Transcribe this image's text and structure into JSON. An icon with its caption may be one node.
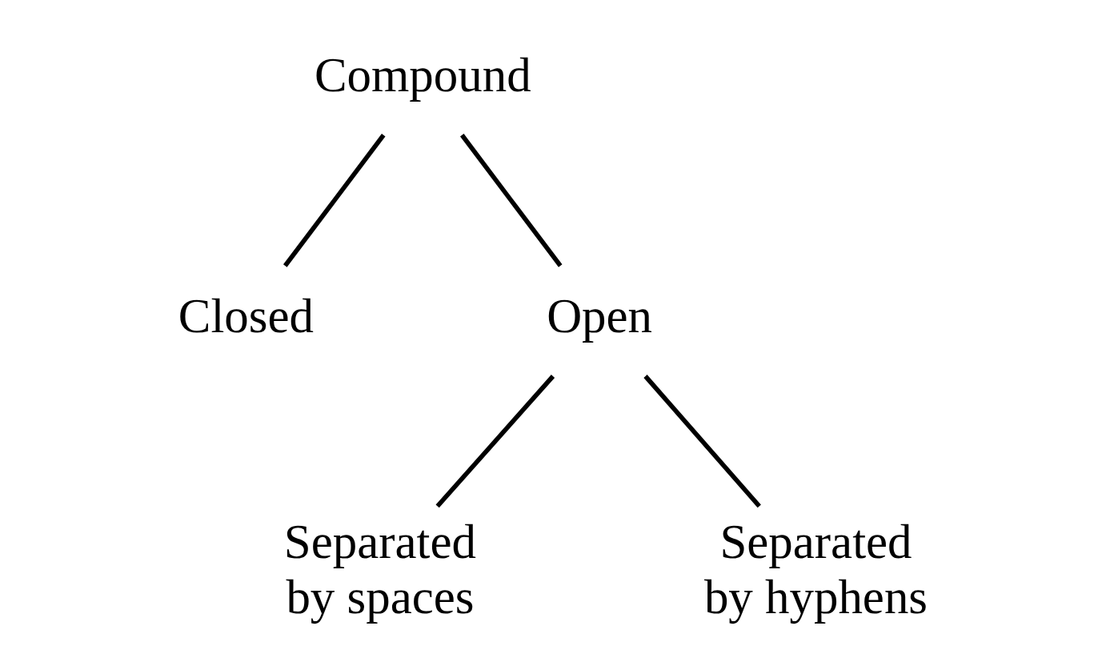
{
  "diagram": {
    "nodes": [
      {
        "text": [
          "Compound"
        ]
      },
      {
        "text": [
          "Closed"
        ]
      },
      {
        "text": [
          "Open"
        ]
      },
      {
        "text": [
          "Separated by spaces"
        ]
      },
      {
        "text": [
          "Separated by hyphens"
        ]
      }
    ],
    "edges": [
      {
        "from": 0,
        "to": 1,
        "arrow": "none"
      },
      {
        "from": 0,
        "to": 2,
        "arrow": "none"
      },
      {
        "from": 2,
        "to": 3,
        "arrow": "none"
      },
      {
        "from": 2,
        "to": 4,
        "arrow": "none"
      }
    ]
  }
}
